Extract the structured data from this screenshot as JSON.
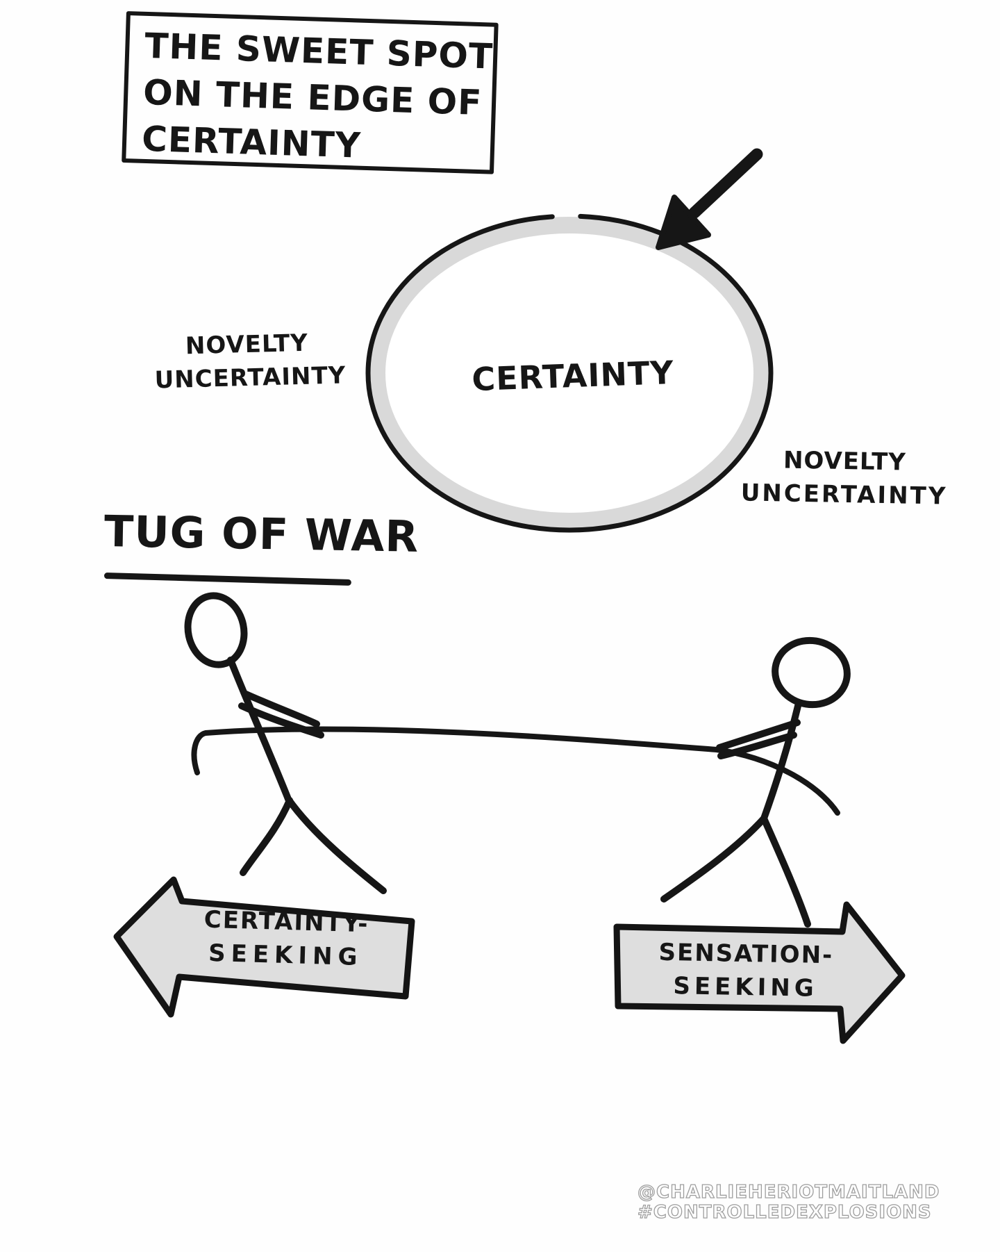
{
  "title_box": {
    "line1": "THE SWEET SPOT",
    "line2": "ON THE EDGE OF",
    "line3": "CERTAINTY"
  },
  "certainty_circle": {
    "label": "CERTAINTY"
  },
  "labels_left": {
    "line1": "NOVELTY",
    "line2": "UNCERTAINTY"
  },
  "labels_right": {
    "line1": "NOVELTY",
    "line2": "UNCERTAINTY"
  },
  "tug_of_war": {
    "heading": "TUG OF WAR"
  },
  "arrow_left": {
    "line1": "CERTAINTY-",
    "line2": "SEEKING"
  },
  "arrow_right": {
    "line1": "SENSATION-",
    "line2": "SEEKING"
  },
  "watermark": {
    "line1": "@CHARLIEHERIOTMAITLAND",
    "line2": "#CONTROLLEDEXPLOSIONS"
  },
  "colors": {
    "ink": "#161616",
    "shape_fill": "#dedede",
    "ring_gray": "#d9d9d9",
    "watermark_outline": "#9e9e9e",
    "background": "#ffffff"
  }
}
